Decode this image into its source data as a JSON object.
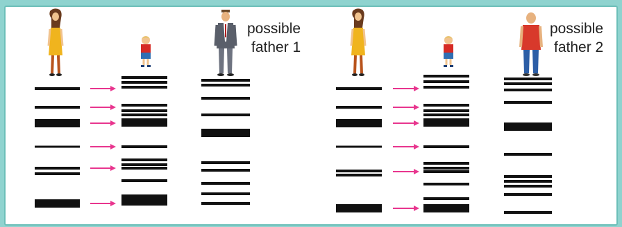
{
  "colors": {
    "border": "#8fd3cf",
    "band": "#111111",
    "arrow": "#e8358e"
  },
  "people": {
    "mother": "mother-figure",
    "child": "child-figure",
    "father1": "father-in-suit-figure",
    "father2": "father-in-red-shirt-figure"
  },
  "labels": {
    "father1_line1": "possible",
    "father1_line2": "father 1",
    "father2_line1": "possible",
    "father2_line2": "father 2"
  },
  "panels": [
    {
      "mother": [
        [
          128,
          "thin"
        ],
        [
          155,
          "thin"
        ],
        [
          178,
          "thick"
        ],
        [
          212,
          "hair"
        ],
        [
          243,
          "thin"
        ],
        [
          251,
          "thin"
        ],
        [
          294,
          "thick"
        ]
      ],
      "child": [
        [
          112,
          "thin"
        ],
        [
          119,
          "thin"
        ],
        [
          126,
          "thin"
        ],
        [
          152,
          "thin"
        ],
        [
          160,
          "thin"
        ],
        [
          166,
          "thin"
        ],
        [
          177,
          "thick"
        ],
        [
          212,
          "thin"
        ],
        [
          231,
          "thin"
        ],
        [
          238,
          "thin"
        ],
        [
          243,
          "thin"
        ],
        [
          261,
          "thin"
        ],
        [
          283,
          "thin"
        ],
        [
          291,
          "thick"
        ]
      ],
      "father": [
        [
          116,
          "thin"
        ],
        [
          123,
          "thin"
        ],
        [
          142,
          "thin"
        ],
        [
          166,
          "thin"
        ],
        [
          192,
          "thick"
        ],
        [
          235,
          "thin"
        ],
        [
          246,
          "thin"
        ],
        [
          265,
          "thin"
        ],
        [
          280,
          "thin"
        ],
        [
          294,
          "thin"
        ]
      ],
      "arrows": [
        128,
        155,
        178,
        212,
        243,
        294
      ]
    },
    {
      "mother": [
        [
          128,
          "thin"
        ],
        [
          155,
          "thin"
        ],
        [
          178,
          "thick"
        ],
        [
          212,
          "hair"
        ],
        [
          247,
          "thin"
        ],
        [
          253,
          "thin"
        ],
        [
          301,
          "thick"
        ]
      ],
      "child": [
        [
          110,
          "thin"
        ],
        [
          118,
          "thin"
        ],
        [
          126,
          "thin"
        ],
        [
          152,
          "thin"
        ],
        [
          160,
          "thin"
        ],
        [
          166,
          "thin"
        ],
        [
          177,
          "thick"
        ],
        [
          212,
          "thin"
        ],
        [
          236,
          "thin"
        ],
        [
          243,
          "thin"
        ],
        [
          248,
          "thin"
        ],
        [
          266,
          "thin"
        ],
        [
          287,
          "thin"
        ],
        [
          301,
          "thick"
        ]
      ],
      "father": [
        [
          114,
          "thin"
        ],
        [
          121,
          "thin"
        ],
        [
          130,
          "thin"
        ],
        [
          148,
          "thin"
        ],
        [
          183,
          "thick"
        ],
        [
          223,
          "thin"
        ],
        [
          255,
          "thin"
        ],
        [
          262,
          "thin"
        ],
        [
          269,
          "thin"
        ],
        [
          281,
          "thin"
        ],
        [
          307,
          "thin"
        ]
      ],
      "arrows": [
        128,
        155,
        178,
        212,
        248,
        301
      ]
    }
  ]
}
